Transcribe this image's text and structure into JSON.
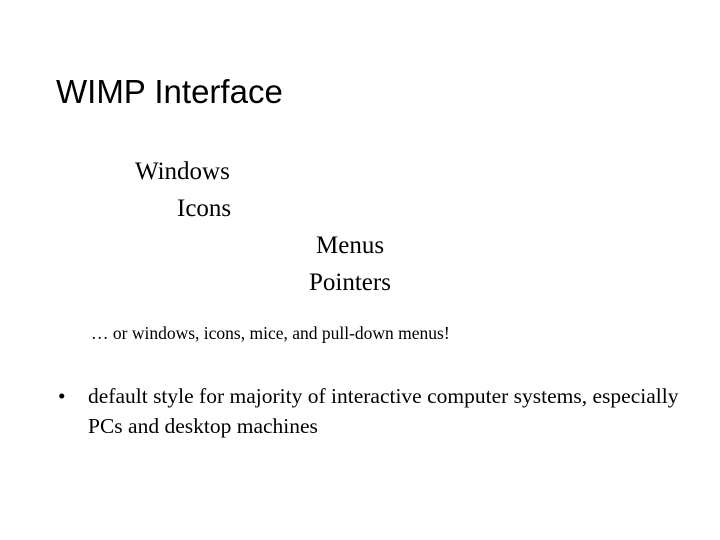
{
  "slide": {
    "background_color": "#ffffff",
    "text_color": "#000000",
    "title": "WIMP Interface",
    "wimp_words": [
      {
        "label": "Windows"
      },
      {
        "label": "Icons"
      },
      {
        "label": "Menus"
      },
      {
        "label": "Pointers"
      }
    ],
    "aside": "… or windows, icons, mice, and pull-down menus!",
    "bullets": [
      {
        "marker": "•",
        "text": "default style for majority of interactive computer systems, especially PCs and desktop machines"
      }
    ]
  }
}
